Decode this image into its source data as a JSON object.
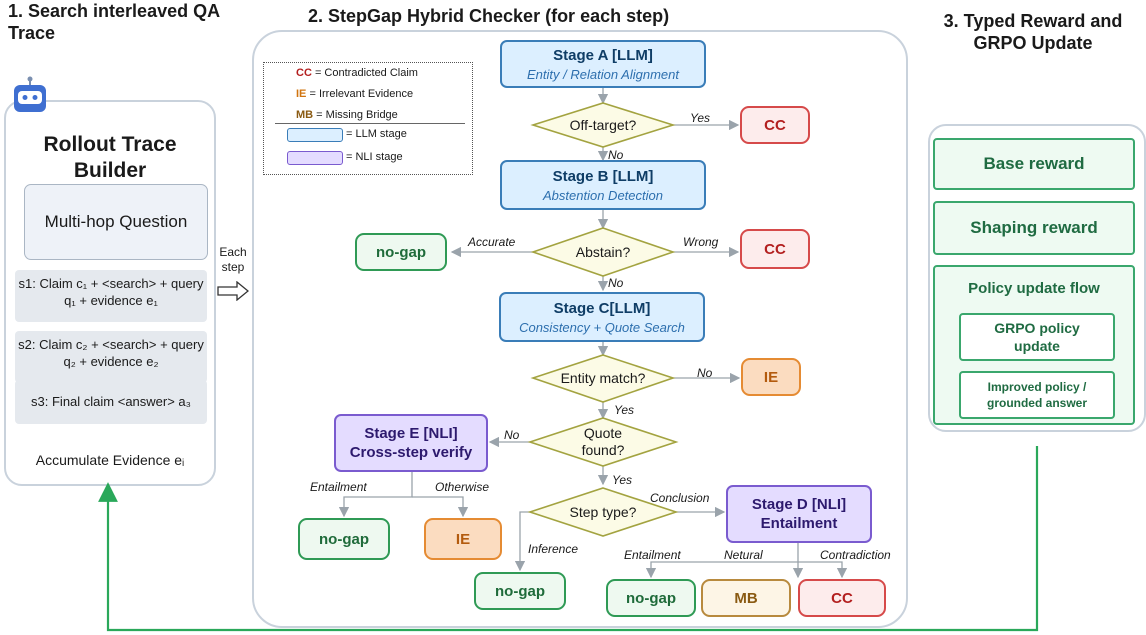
{
  "titles": {
    "left": "1. Search interleaved QA Trace",
    "middle": "2. StepGap Hybrid Checker (for each step)",
    "right": "3. Typed Reward and GRPO Update"
  },
  "left_panel": {
    "builder_title": "Rollout Trace Builder",
    "question": "Multi-hop Question",
    "s1": "s1: Claim c₁ +  <search> + query q₁ + evidence e₁",
    "s2": "s2: Claim c₂ +  <search> + query q₂ + evidence e₂",
    "s3": "s3: Final claim <answer> a₃",
    "accumulate": "Accumulate Evidence eᵢ",
    "each_step": "Each step"
  },
  "legend": {
    "cc": "CC",
    "cc_text": "= Contradicted Claim",
    "ie": "IE",
    "ie_text": "=  Irrelevant Evidence",
    "mb": "MB",
    "mb_text": "= Missing Bridge",
    "llm_text": "= LLM stage",
    "nli_text": "= NLI stage"
  },
  "stages": {
    "a_title": "Stage A [LLM]",
    "a_sub": "Entity / Relation Alignment",
    "b_title": "Stage B [LLM]",
    "b_sub": "Abstention Detection",
    "c_title": "Stage C[LLM]",
    "c_sub": "Consistency + Quote Search",
    "d_title": "Stage D [NLI] Entailment",
    "e_title": "Stage E [NLI] Cross-step verify"
  },
  "decisions": {
    "off_target": "Off-target?",
    "abstain": "Abstain?",
    "entity_match": "Entity match?",
    "quote_found": "Quote found?",
    "step_type": "Step type?"
  },
  "edges": {
    "yes1": "Yes",
    "no1": "No",
    "accurate": "Accurate",
    "wrong": "Wrong",
    "no2": "No",
    "no3": "No",
    "yes3": "Yes",
    "no4": "No",
    "yes4": "Yes",
    "conclusion": "Conclusion",
    "inference": "Inference",
    "entailment_e": "Entailment",
    "otherwise": "Otherwise",
    "entailment_d": "Entailment",
    "netural": "Netural",
    "contradiction": "Contradiction"
  },
  "outcomes": {
    "cc": "CC",
    "ie": "IE",
    "mb": "MB",
    "nogap": "no-gap"
  },
  "right_panel": {
    "base_reward": "Base reward",
    "shaping_reward": "Shaping reward",
    "policy_flow": "Policy update flow",
    "grpo": "GRPO policy update",
    "improved": "Improved policy / grounded answer"
  },
  "colors": {
    "llm_fill": "#dcefff",
    "llm_border": "#3a7db8",
    "nli_fill": "#e4dcff",
    "nli_border": "#7a5bcf",
    "nogap": "#2f9a55",
    "cc": "#d64a4a",
    "ie": "#e58b33",
    "mb": "#b88a3e",
    "feedback": "#2aa85a"
  },
  "icons": [
    "robot-icon",
    "arrow-right-icon"
  ]
}
